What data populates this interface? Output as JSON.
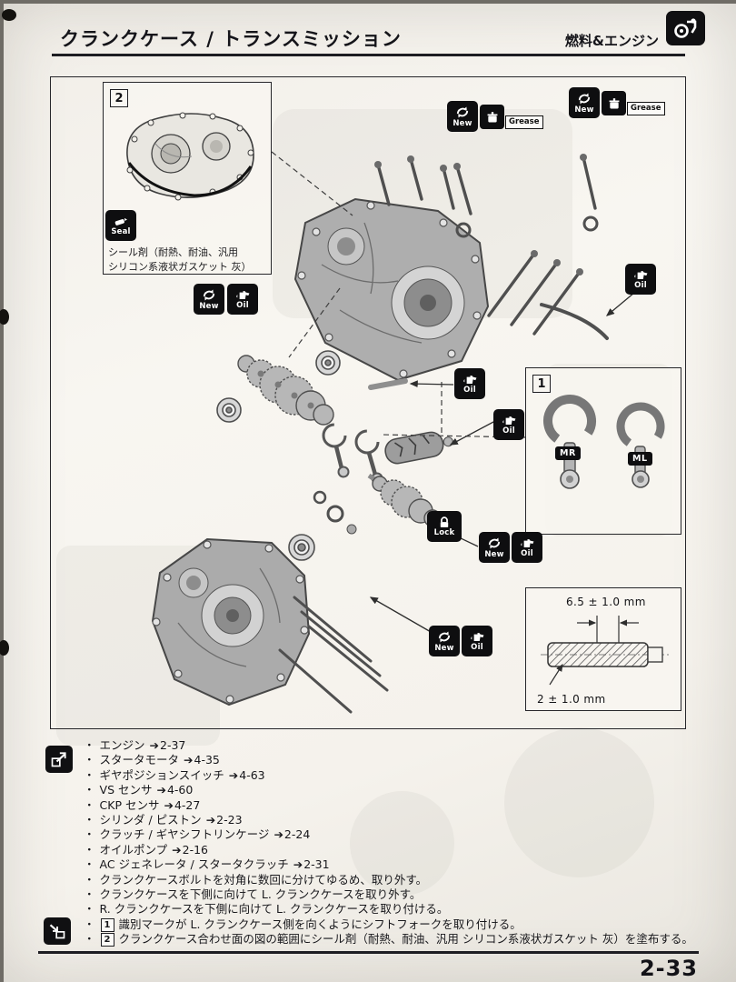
{
  "header": {
    "title": "クランクケース / トランスミッション",
    "category": "燃料&エンジン"
  },
  "badges": {
    "new": "New",
    "grease": "Grease",
    "oil": "Oil",
    "lock": "Lock",
    "seal": "Seal"
  },
  "callouts": {
    "box1": "1",
    "box2": "2",
    "fork_mr": "MR",
    "fork_ml": "ML"
  },
  "seal_note": {
    "line1": "シール剤（耐熱、耐油、汎用",
    "line2": "シリコン系液状ガスケット 灰）"
  },
  "measurements": {
    "top": "6.5 ± 1.0 mm",
    "bottom": "2 ± 1.0 mm"
  },
  "lists": {
    "bullet": "・",
    "arrow": "➔",
    "references": [
      {
        "label": "エンジン",
        "ref": "2-37"
      },
      {
        "label": "スタータモータ",
        "ref": "4-35"
      },
      {
        "label": "ギヤポジションスイッチ",
        "ref": "4-63"
      },
      {
        "label": "VS センサ",
        "ref": "4-60"
      },
      {
        "label": "CKP センサ",
        "ref": "4-27"
      },
      {
        "label": "シリンダ / ピストン",
        "ref": "2-23"
      },
      {
        "label": "クラッチ / ギヤシフトリンケージ",
        "ref": "2-24"
      },
      {
        "label": "オイルポンプ",
        "ref": "2-16"
      },
      {
        "label": "AC ジェネレータ / スタータクラッチ",
        "ref": "2-31"
      }
    ],
    "procedures": [
      "クランクケースボルトを対角に数回に分けてゆるめ、取り外す。",
      "クランクケースを下側に向けて L. クランクケースを取り外す。",
      "R. クランクケースを下側に向けて L. クランクケースを取り付ける。"
    ],
    "notes": [
      {
        "num": "1",
        "text": "識別マークが L. クランクケース側を向くようにシフトフォークを取り付ける。"
      },
      {
        "num": "2",
        "text": "クランクケース合わせ面の図の範囲にシール剤（耐熱、耐油、汎用 シリコン系液状ガスケット 灰）を塗布する。"
      }
    ]
  },
  "footer": {
    "page_number": "2-33"
  },
  "colors": {
    "ink": "#1a1a1a",
    "paper": "#f6f4ef",
    "badge_black": "#0e0e10"
  }
}
